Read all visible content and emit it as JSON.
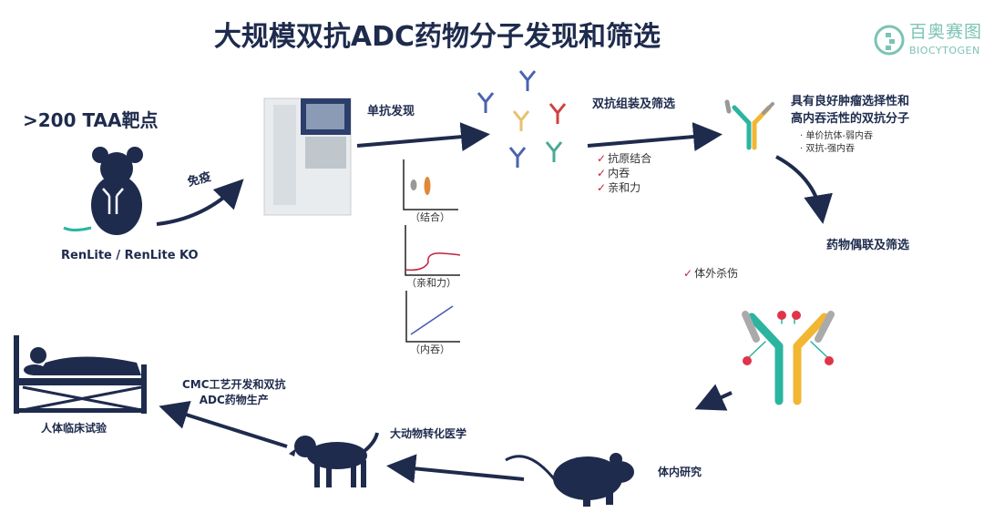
{
  "title": "大规模双抗ADC药物分子发现和筛选",
  "logo": {
    "cn": "百奥赛图",
    "en": "BIOCYTOGEN"
  },
  "taa": ">200 TAA靶点",
  "immunize": "免疫",
  "mouse_model": "RenLite / RenLite KO",
  "mab_discovery": "单抗发现",
  "charts": [
    {
      "label": "（结合）"
    },
    {
      "label": "（亲和力）"
    },
    {
      "label": "（内吞）"
    }
  ],
  "bsab_assembly": "双抗组装及筛选",
  "checks": [
    "抗原结合",
    "内吞",
    "亲和力"
  ],
  "bsab_result": {
    "line1": "具有良好肿瘤选择性和",
    "line2": "高内吞活性的双抗分子",
    "bullets": [
      "单价抗体-弱内吞",
      "双抗-强内吞"
    ]
  },
  "conjugation": "药物偶联及筛选",
  "in_vitro": "体外杀伤",
  "in_vivo": "体内研究",
  "large_animal": "大动物转化医学",
  "cmc": {
    "line1": "CMC工艺开发和双抗",
    "line2": "ADC药物生产"
  },
  "clinical": "人体临床试验",
  "colors": {
    "navy": "#1e2b4d",
    "teal": "#2bb5a0",
    "yellow": "#f2b632",
    "gray": "#9a9a9a",
    "red": "#e0344a"
  }
}
